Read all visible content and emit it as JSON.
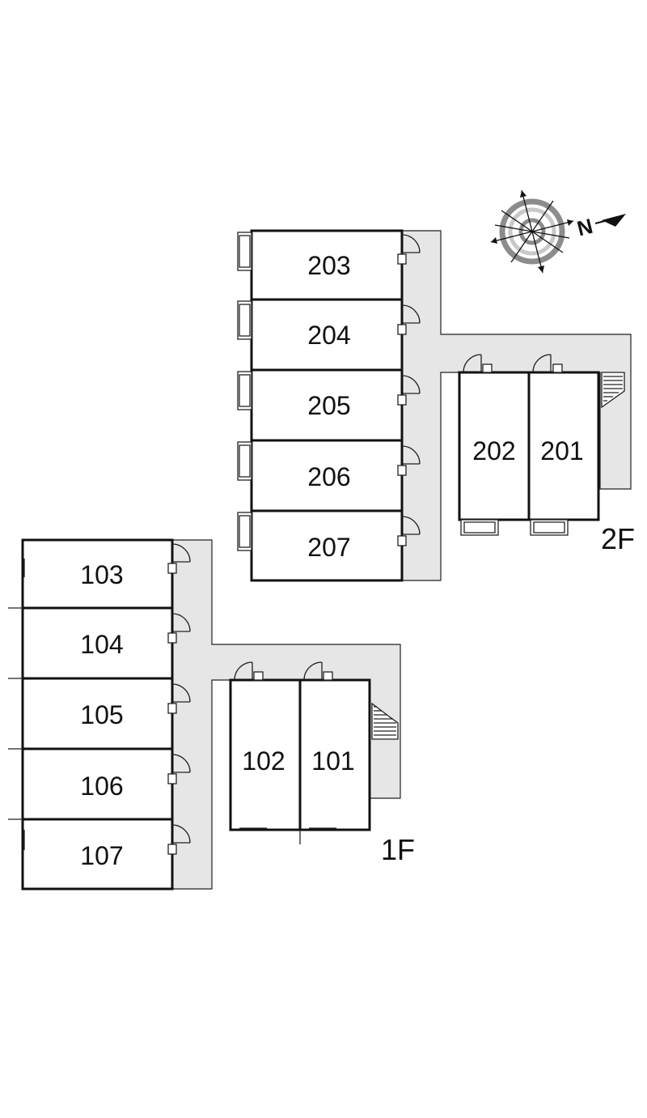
{
  "floors": {
    "second": {
      "label": "2F",
      "rooms": [
        "203",
        "204",
        "205",
        "206",
        "207",
        "202",
        "201"
      ]
    },
    "first": {
      "label": "1F",
      "rooms": [
        "103",
        "104",
        "105",
        "106",
        "107",
        "102",
        "101"
      ]
    }
  },
  "compass": {
    "north_label": "N",
    "icon": "compass-icon"
  },
  "colors": {
    "corridor": "#e6e6e6",
    "wall": "#111111",
    "background": "#ffffff"
  }
}
